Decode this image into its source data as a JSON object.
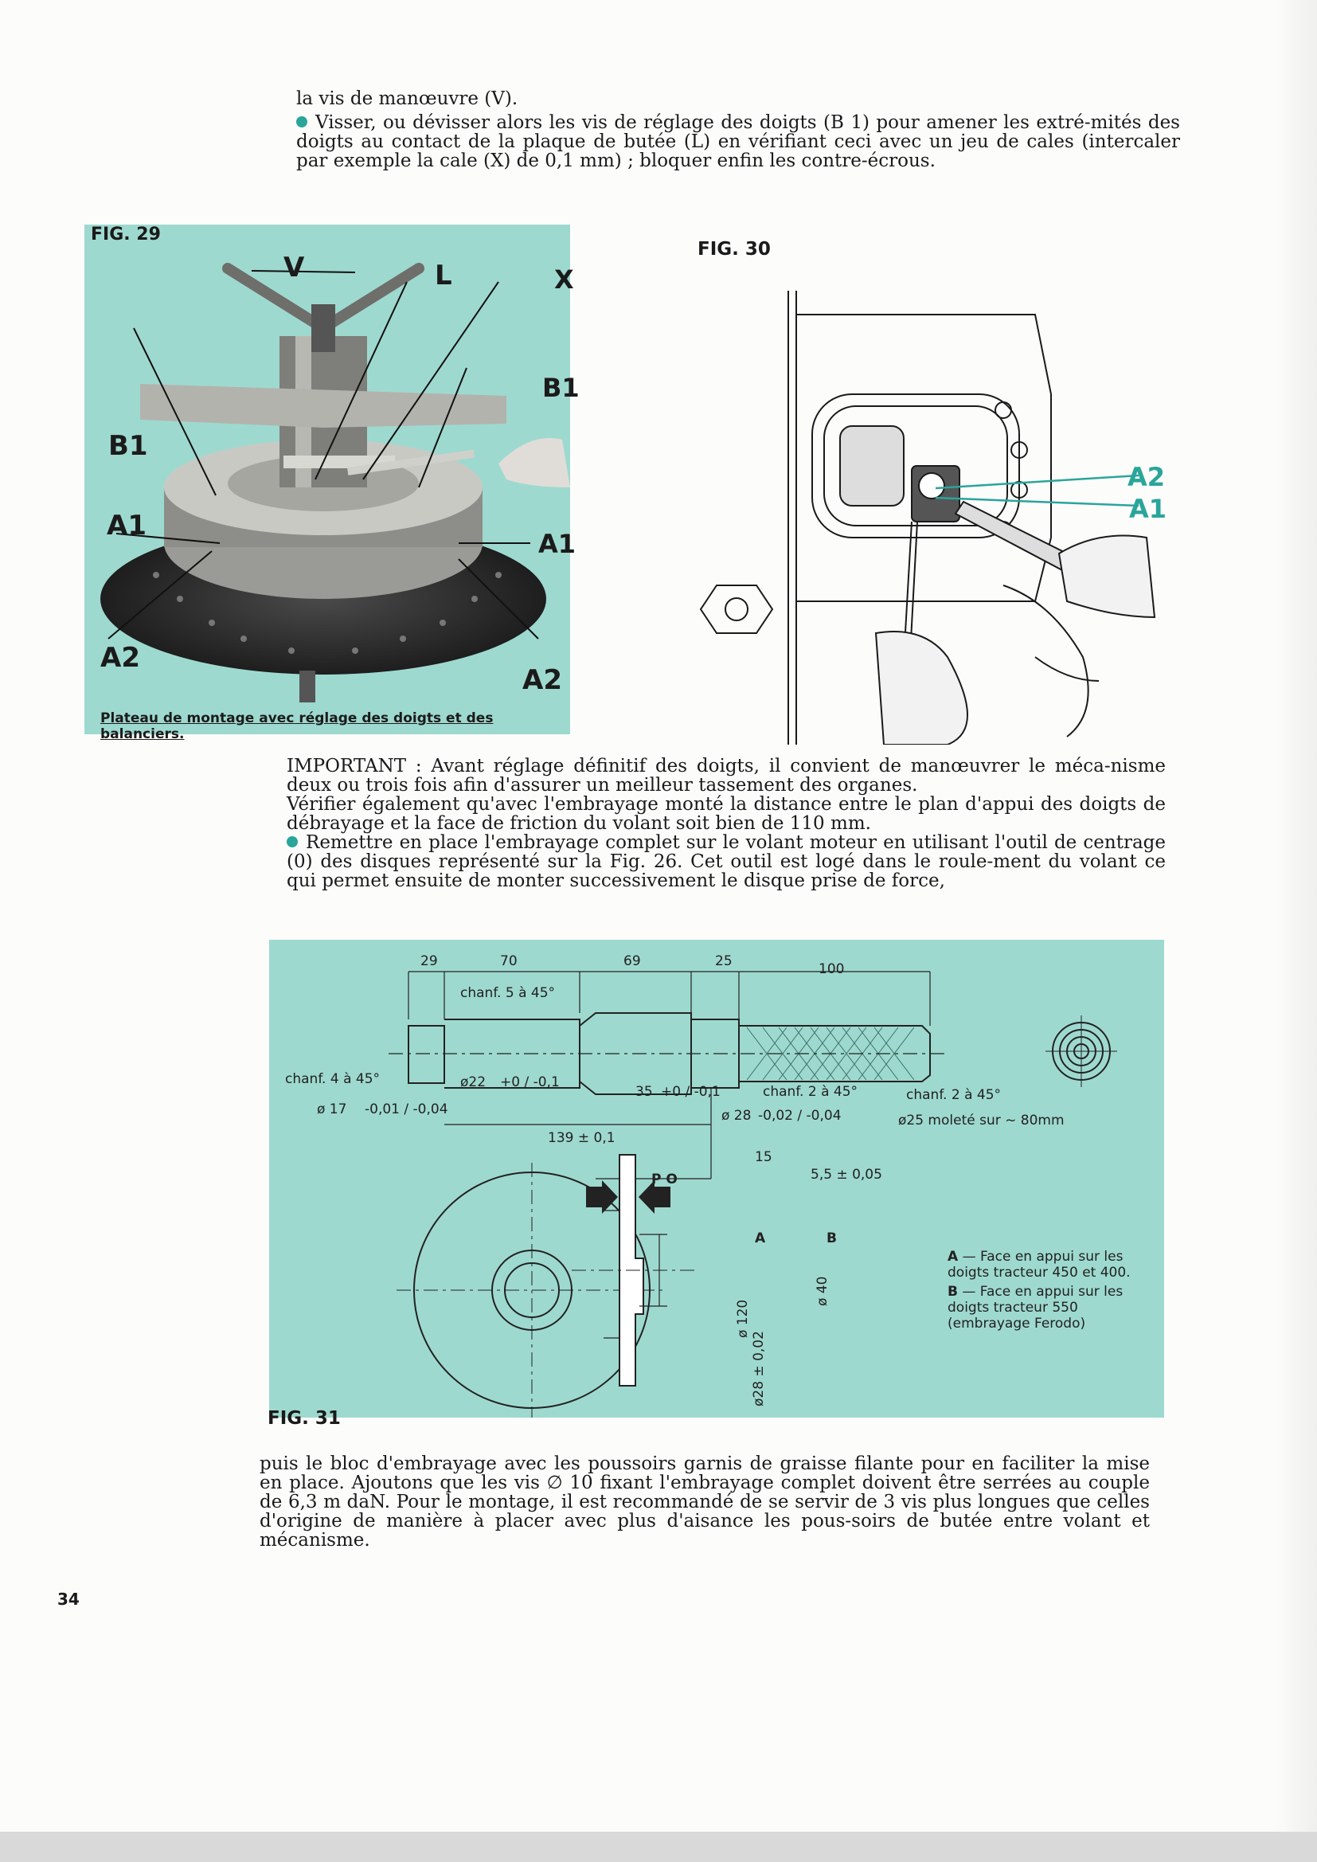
{
  "text": {
    "p1_line1": "la vis de manœuvre (V).",
    "p1_bullet": "Visser, ou dévisser alors les vis de réglage des doigts (B 1) pour amener les extré-mités des doigts au contact de la plaque de butée (L) en vérifiant ceci avec un jeu de cales (intercaler par exemple la cale (X) de 0,1 mm) ; bloquer enfin les contre-écrous.",
    "important": "IMPORTANT : Avant réglage définitif des doigts, il convient de manœuvrer le méca-nisme deux ou trois fois afin d'assurer un meilleur tassement des organes.",
    "verify": "Vérifier également qu'avec l'embrayage monté la distance entre le plan d'appui des doigts de débrayage et la face de friction du volant soit bien de 110 mm.",
    "remettre": "Remettre en place l'embrayage complet sur le volant moteur en utilisant l'outil de centrage (0) des disques représenté sur la Fig. 26. Cet outil est logé dans le roule-ment du volant ce qui permet ensuite de monter successivement le disque prise de force,",
    "final": "puis le bloc d'embrayage avec les poussoirs garnis de graisse filante pour en faciliter la mise en place. Ajoutons que les vis ∅ 10 fixant l'embrayage complet doivent être serrées au couple de 6,3 m daN. Pour le montage, il est recommandé de se servir de 3 vis plus longues que celles d'origine de manière à placer avec plus d'aisance les pous-soirs de butée entre volant et mécanisme."
  },
  "fig29": {
    "label": "FIG. 29",
    "callouts": {
      "V": "V",
      "L": "L",
      "X": "X",
      "B1_right": "B1",
      "B1_left": "B1",
      "A1_left": "A1",
      "A1_right": "A1",
      "A2_left": "A2",
      "A2_right": "A2"
    },
    "caption": "Plateau de montage avec réglage des doigts et des balanciers."
  },
  "fig30": {
    "label": "FIG. 30",
    "callouts": {
      "A2": "A2",
      "A1": "A1"
    }
  },
  "fig31": {
    "label": "FIG. 31",
    "dims": {
      "d29": "29",
      "d70": "70",
      "d69": "69",
      "d25": "25",
      "d100": "100",
      "chanf5": "chanf. 5 à 45°",
      "chanf4": "chanf. 4 à 45°",
      "dia17": "ø 17",
      "dia17_tol": "-0,01 / -0,04",
      "dia22": "ø22",
      "dia22_tol": "+0 / -0,1",
      "d35": "35",
      "d35_tol": "+0 / -0,1",
      "chanf2a": "chanf. 2 à 45°",
      "chanf2b": "chanf. 2 à 45°",
      "dia28": "ø 28",
      "dia28_tol": "-0,02 / -0,04",
      "dia25": "ø25 moleté sur ~ 80mm",
      "d139": "139 ± 0,1",
      "po": "P O",
      "d15": "15",
      "d55": "5,5 ± 0,05",
      "lblA": "A",
      "lblB": "B",
      "dia120": "ø 120",
      "dia40": "ø 40",
      "dia28b": "ø28 ± 0,02"
    },
    "legend": {
      "a_key": "A",
      "a_text": "— Face en appui sur les doigts tracteur 450 et 400.",
      "b_key": "B",
      "b_text": "— Face en appui sur les doigts tracteur 550 (embrayage Ferodo)"
    }
  },
  "page_number": "34",
  "colors": {
    "panel": "#9ed9cf",
    "accent": "#2aa59a",
    "ink": "#1a1a1a"
  }
}
